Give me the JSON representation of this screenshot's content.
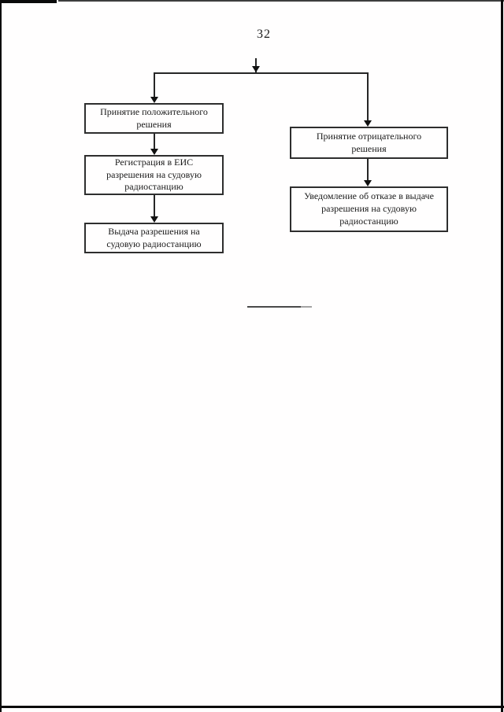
{
  "page": {
    "number": "32"
  },
  "flowchart": {
    "left_branch": [
      {
        "label": "Принятие положительного\nрешения"
      },
      {
        "label": "Регистрация в ЕИС\nразрешения на судовую\nрадиостанцию"
      },
      {
        "label": "Выдача разрешения на\nсудовую радиостанцию"
      }
    ],
    "right_branch": [
      {
        "label": "Принятие отрицательного\nрешения"
      },
      {
        "label": "Уведомление об отказе в выдаче\nразрешения на судовую\nрадиостанцию"
      }
    ]
  },
  "colors": {
    "ink": "#1a1a1a",
    "background": "#fffefe"
  }
}
